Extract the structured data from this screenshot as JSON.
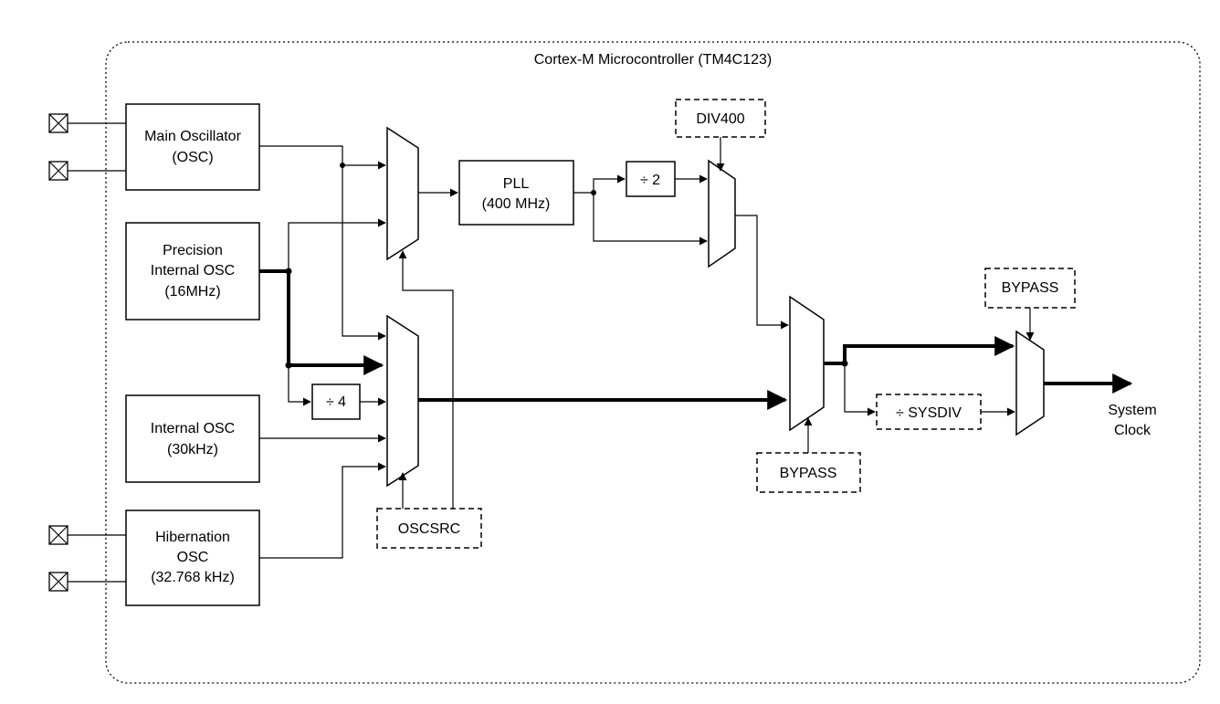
{
  "title": "Cortex-M Microcontroller (TM4C123)",
  "blocks": {
    "main_osc": [
      "Main Oscillator",
      "(OSC)"
    ],
    "piosc": [
      "Precision",
      "Internal OSC",
      "(16MHz)"
    ],
    "internal_osc": [
      "Internal OSC",
      "(30kHz)"
    ],
    "hib_osc": [
      "Hibernation",
      "OSC",
      "(32.768 kHz)"
    ],
    "pll": [
      "PLL",
      "(400 MHz)"
    ],
    "div2": "÷ 2",
    "div4": "÷ 4",
    "sysdiv": "÷  SYSDIV"
  },
  "controls": {
    "div400": "DIV400",
    "oscsrc": "OSCSRC",
    "bypass_pll": "BYPASS",
    "bypass_sysdiv": "BYPASS"
  },
  "output": [
    "System",
    "Clock"
  ]
}
